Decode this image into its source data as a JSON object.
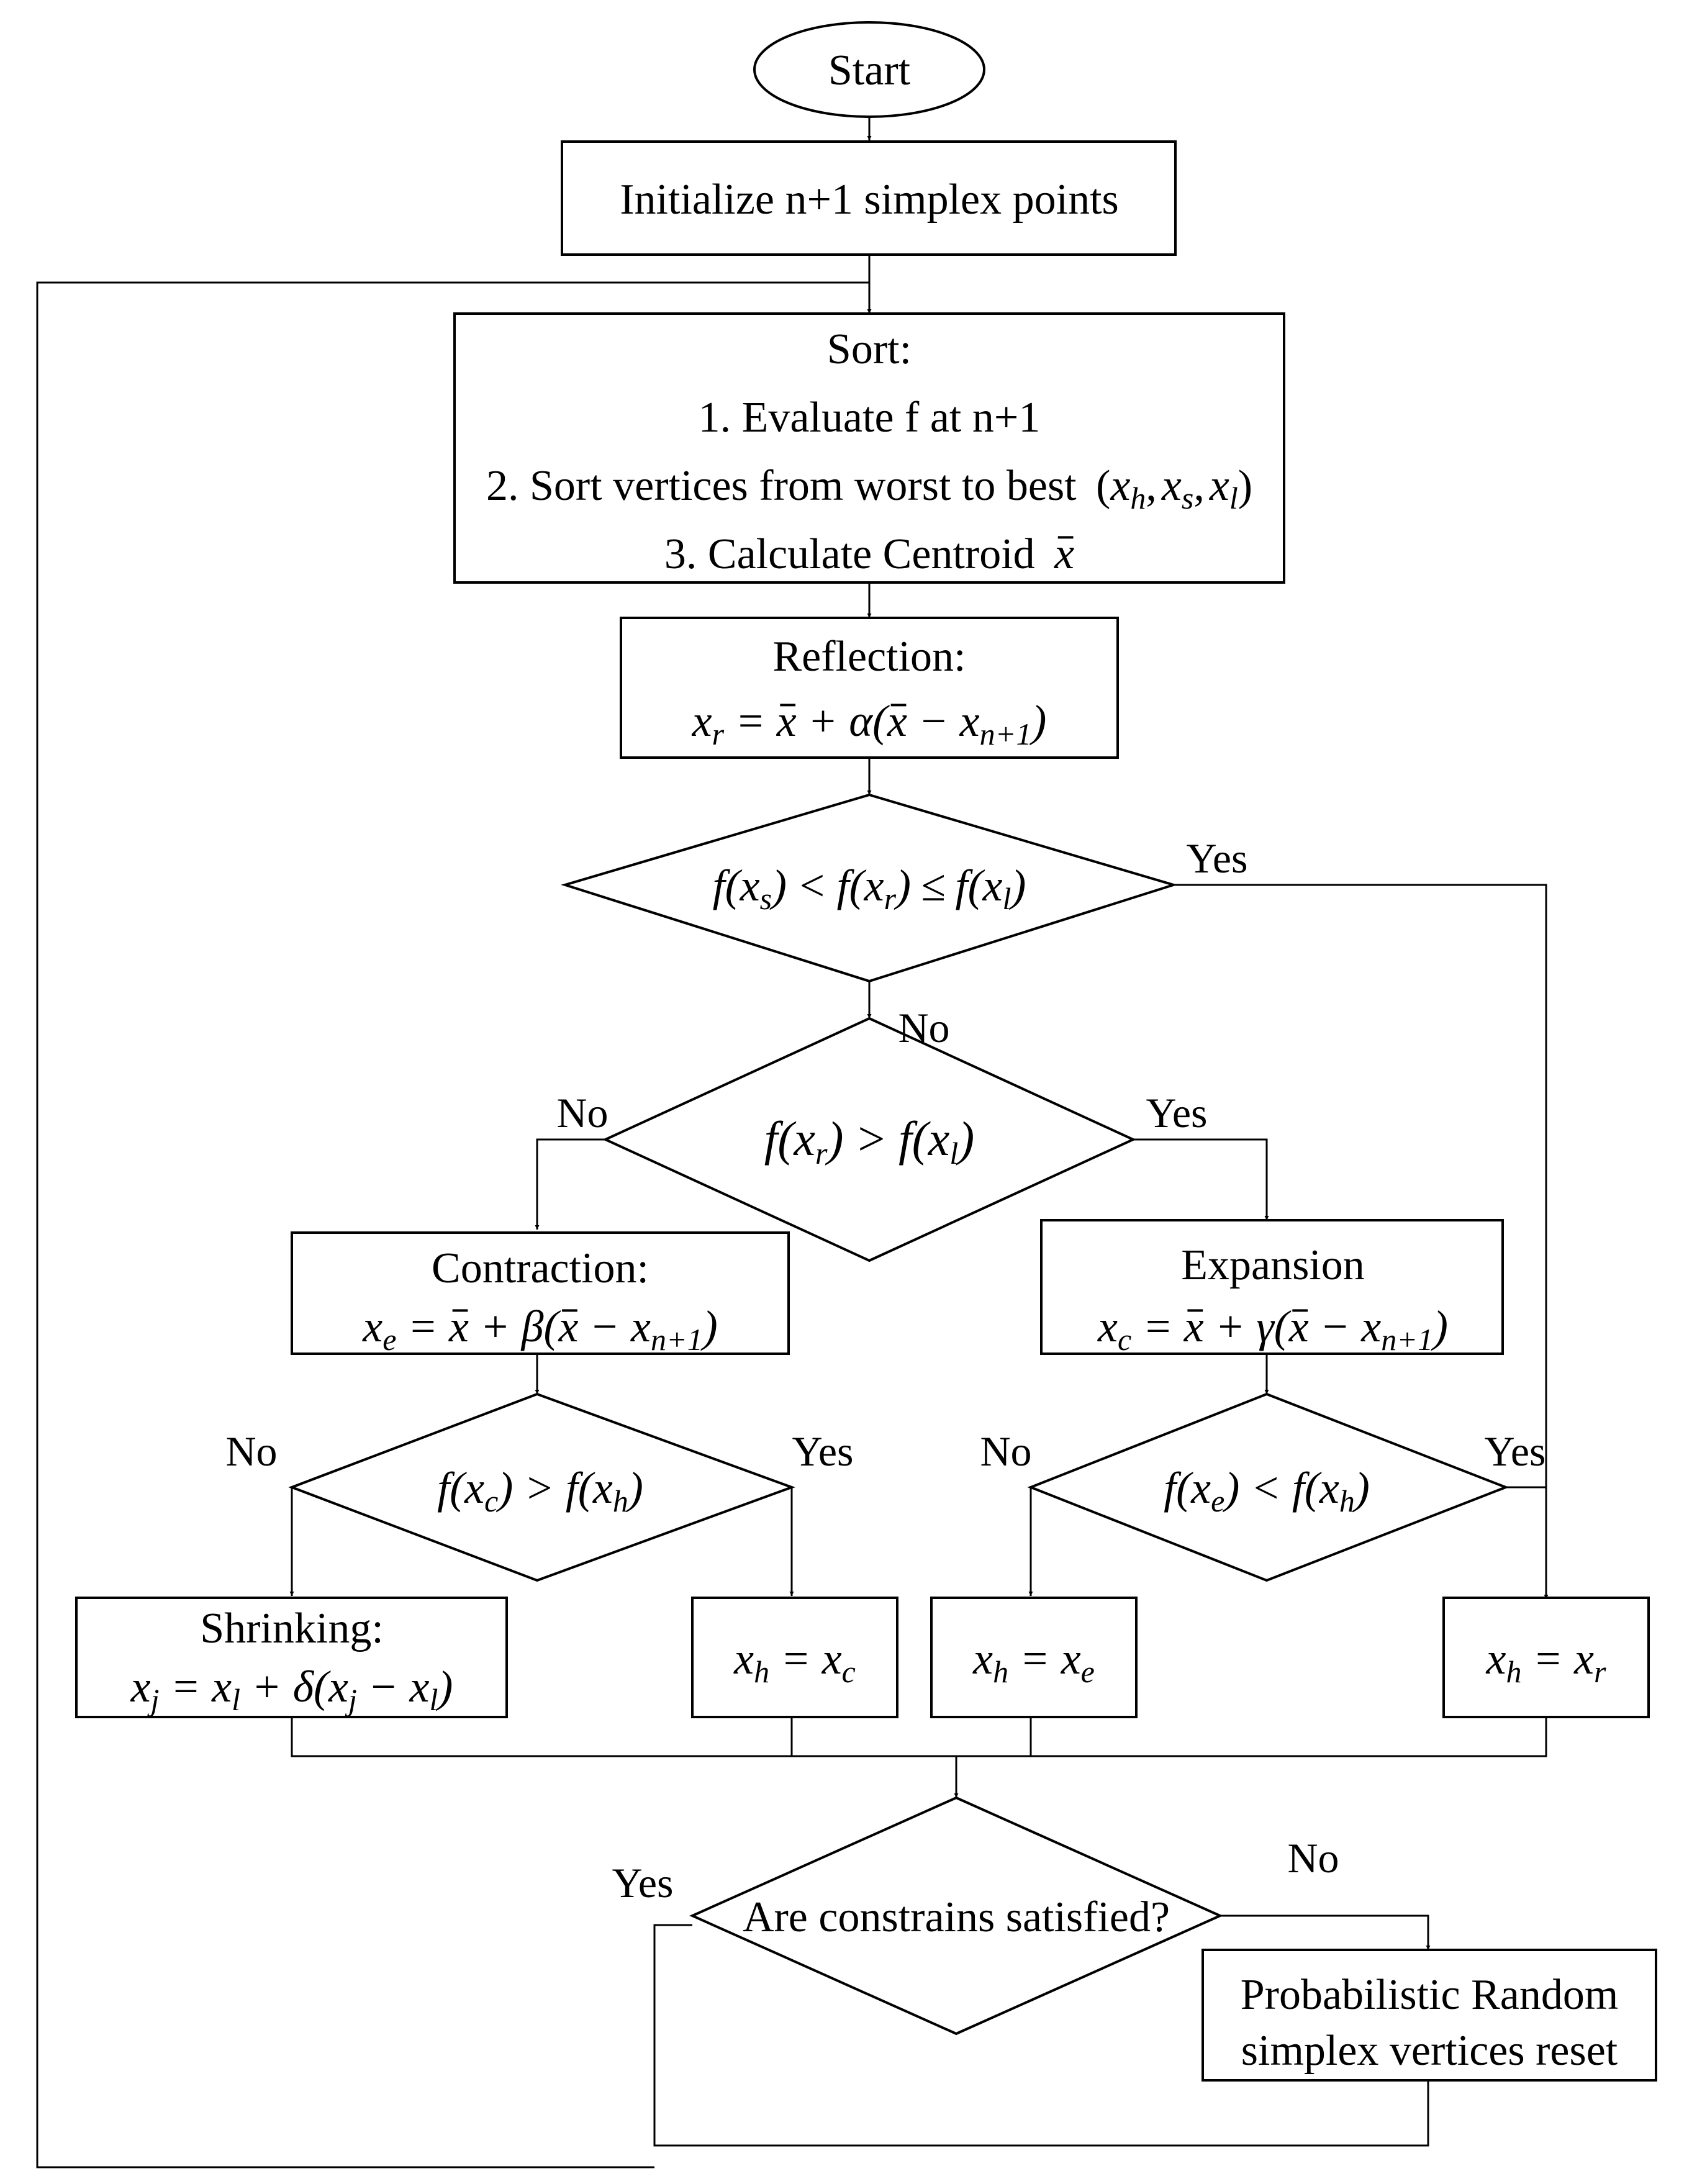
{
  "nodes": {
    "start": "Start",
    "init": "Initialize n+1 simplex points",
    "sort_title": "Sort:",
    "sort_step1": "1. Evaluate f at n+1",
    "sort_step2_text": "2. Sort vertices from worst to best",
    "sort_step3_text": "3. Calculate Centroid",
    "reflection_title": "Reflection:",
    "contraction_title": "Contraction:",
    "expansion_title": "Expansion",
    "shrinking_title": "Shrinking:",
    "constraints_question": "Are constrains satisfied?",
    "reset_line1": "Probabilistic Random",
    "reset_line2": "simplex vertices reset"
  },
  "edge_labels": {
    "d1_yes": "Yes",
    "d1_no": "No",
    "d2_no": "No",
    "d2_yes": "Yes",
    "d3_no": "No",
    "d3_yes": "Yes",
    "d4_no": "No",
    "d4_yes": "Yes",
    "d5_yes": "Yes",
    "d5_no": "No"
  },
  "math": {
    "x": "x",
    "f": "f",
    "alpha": "α",
    "beta": "β",
    "gamma": "γ",
    "delta": "δ",
    "eq": "=",
    "plus": "+",
    "minus": "−",
    "lt": "<",
    "gt": ">",
    "le": "≤",
    "lp": "(",
    "rp": ")",
    "comma": ",",
    "sub_h": "h",
    "sub_s": "s",
    "sub_l": "l",
    "sub_r": "r",
    "sub_e": "e",
    "sub_c": "c",
    "sub_j": "j",
    "sub_n1": "n+1"
  }
}
